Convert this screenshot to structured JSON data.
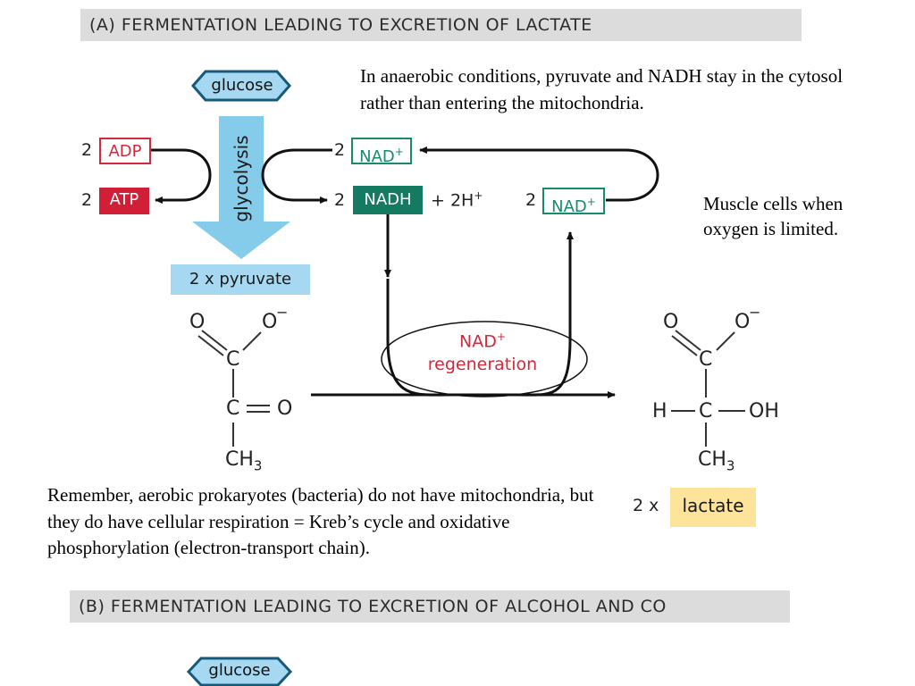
{
  "panel_a": {
    "title": "(A)  FERMENTATION LEADING TO EXCRETION OF LACTATE",
    "glucose": "glucose",
    "glycolysis": "glycolysis",
    "adp_count": "2",
    "adp": "ADP",
    "atp_count": "2",
    "atp": "ATP",
    "pyruvate": "2 x pyruvate",
    "nad_top_count": "2",
    "nad_top": "NAD",
    "nadh_count": "2",
    "nadh": "NADH",
    "plus_h": "+ 2H",
    "nad_right_count": "2",
    "nad_right": "NAD",
    "plus_sign": "+",
    "regen_line1": "NAD",
    "regen_line2": "regeneration",
    "lactate_prefix": "2 x",
    "lactate": "lactate"
  },
  "pyruvate_structure": {
    "o_left": "O",
    "o_minus": "O",
    "minus": "−",
    "c_top": "C",
    "c_mid": "C",
    "o_keto": "O",
    "ch": "CH",
    "sub3": "3"
  },
  "lactate_structure": {
    "o_left": "O",
    "o_minus": "O",
    "minus": "−",
    "c_top": "C",
    "h": "H",
    "c_mid": "C",
    "oh": "OH",
    "ch": "CH",
    "sub3": "3"
  },
  "notes": {
    "anaerobic": "In anaerobic conditions, pyruvate and NADH stay in the cytosol rather than entering the mitochondria.",
    "muscle": "Muscle cells when oxygen is limited.",
    "remember": "Remember, aerobic prokaryotes (bacteria) do not have mitochondria, but they do have cellular respiration = Kreb’s cycle and oxidative phosphorylation (electron-transport chain)."
  },
  "panel_b": {
    "title": "(B)  FERMENTATION LEADING TO EXCRETION OF ALCOHOL AND CO",
    "glucose": "glucose"
  },
  "colors": {
    "blue_arrow": "#85cbea",
    "pyruvate_fill": "#a6d9f1",
    "adp_red": "#d3293d",
    "atp_fill": "#d01f36",
    "nad_green": "#1a8a6f",
    "nadh_fill": "#157a62",
    "regen_red": "#d3293d",
    "lactate_fill": "#fde49a",
    "banner_gray": "#dcdcdc"
  }
}
